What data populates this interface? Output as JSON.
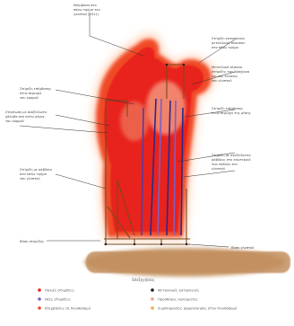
{
  "annotations": {
    "top_center": [
      "Επέμβαση στο",
      "πάνω τμήμα του",
      "γλυπτού (2011)"
    ],
    "top_right": [
      "Στήριξη κατασκευής",
      "μεταλλικού πλαισίου",
      "στο πάνω τμήμα"
    ],
    "right_upper": [
      "Μεταλλικό πλαίσιο",
      "στήριξης του βραχίονα",
      "και της λεκάνης",
      "του γλυπτού"
    ],
    "right_mid": [
      "Στήριξη επέμβασης",
      "στην περιοχή της μέσης"
    ],
    "right_lower": [
      "Στήριξη με ανοξείδωτες",
      "ράβδους στο εσωτερικό",
      "των ποδιών του",
      "γλυπτού"
    ],
    "left_upper": [
      "Στήριξη επέμβασης",
      "στην περιοχή",
      "του κορμού"
    ],
    "left_mid": [
      "Στερέωση με ανοξείδωτο",
      "χάλυβα στο κάτω μέρος",
      "του κορμού"
    ],
    "left_lower": [
      "Στήριξη με ράβδους",
      "στο κάτω τμήμα",
      "του γλυπτού"
    ],
    "base_left": "Βάση στήριξης",
    "base_right": "Βάση γλυπτού",
    "legend_title": "Επεξηγήσεις"
  },
  "legend": [
    {
      "label": "Παλιές στηρίξεις",
      "color": "#e8201a",
      "icon": "dot-icon"
    },
    {
      "label": "Νέες στηρίξεις",
      "color": "#7a60c8",
      "icon": "dot-icon"
    },
    {
      "label": "Επεμβάσεις σε πλινθοδομή",
      "color": "#f04a28",
      "icon": "dot-icon"
    },
    {
      "label": "Μεταλλικές κατασκευές",
      "color": "#1a1a2e",
      "icon": "dot-icon"
    },
    {
      "label": "Προσθήκες κονιάματος",
      "color": "#f0a080",
      "icon": "dot-icon"
    },
    {
      "label": "Συμπληρώσεις αρμολόγησης στην πλινθοδομή",
      "color": "#f6a84a",
      "icon": "dot-icon"
    }
  ]
}
